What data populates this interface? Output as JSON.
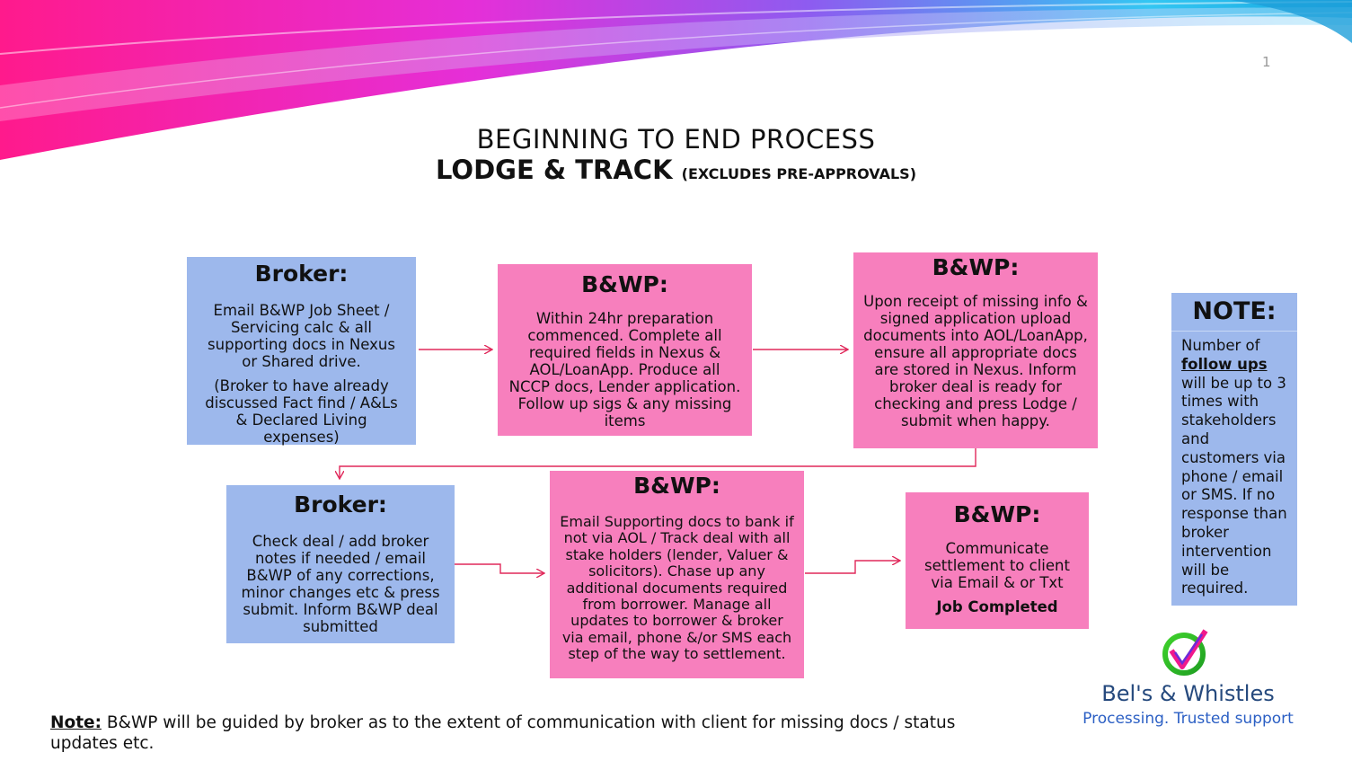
{
  "slide": {
    "page_number": "1"
  },
  "title": {
    "line1": "BEGINNING TO END PROCESS",
    "line2_main": "LODGE & TRACK",
    "line2_sub": "(EXCLUDES PRE-APPROVALS)"
  },
  "steps": [
    {
      "heading": "Broker:",
      "text": "Email B&WP Job Sheet / Servicing calc & all supporting docs in Nexus or Shared drive.",
      "text2": "(Broker to have already discussed Fact find  / A&Ls & Declared Living expenses)"
    },
    {
      "heading": "B&WP:",
      "text": "Within 24hr preparation commenced. Complete all required fields in Nexus & AOL/LoanApp. Produce all NCCP docs, Lender application. Follow up sigs & any missing items"
    },
    {
      "heading": "B&WP:",
      "text": "Upon receipt of missing info & signed application upload documents into AOL/LoanApp, ensure all appropriate docs are stored in Nexus.  Inform broker deal is ready for checking and press Lodge / submit when happy."
    },
    {
      "heading": "Broker:",
      "text": "Check deal / add broker notes if needed / email B&WP of any corrections, minor changes etc & press submit. Inform B&WP deal submitted"
    },
    {
      "heading": "B&WP:",
      "text": "Email Supporting docs to bank if not via AOL / Track deal with all stake holders (lender, Valuer &  solicitors). Chase up any additional documents required from  borrower. Manage all updates to borrower & broker via email, phone &/or SMS each step of the way to settlement."
    },
    {
      "heading": "B&WP:",
      "text": "Communicate settlement to client via Email & or Txt",
      "text2": "Job Completed"
    }
  ],
  "note": {
    "heading": "NOTE:",
    "prefix": "Number of ",
    "emphasis": "follow ups ",
    "suffix": "will be up to 3 times with stakeholders and customers via phone / email or SMS. If no response than broker intervention will be required."
  },
  "footnote": {
    "label": "Note:",
    "text": " B&WP will be guided by broker as to the extent of communication with client for missing docs / status updates etc."
  },
  "logo": {
    "name": "Bel's & Whistles",
    "tagline": "Processing. Trusted support"
  },
  "colors": {
    "blue_box": "#9db8ec",
    "pink_box": "#f77fbd",
    "arrow": "#e0285a"
  }
}
